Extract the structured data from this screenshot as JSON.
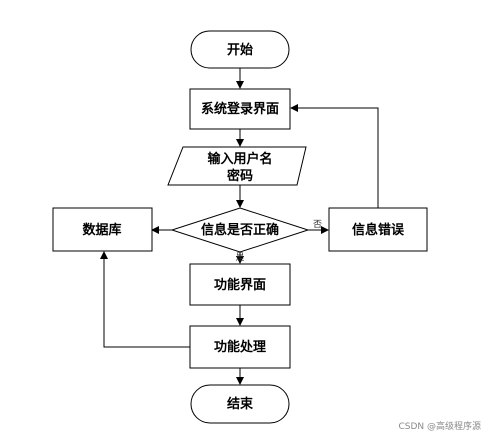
{
  "flowchart": {
    "start": "开始",
    "login_page": "系统登录界面",
    "input_line1": "输入用户名",
    "input_line2": "密码",
    "decision": "信息是否正确",
    "database": "数据库",
    "error": "信息错误",
    "function_page": "功能界面",
    "function_process": "功能处理",
    "end": "结束",
    "label_no": "否",
    "label_yes": "是"
  },
  "watermark": "CSDN @高级程序源"
}
